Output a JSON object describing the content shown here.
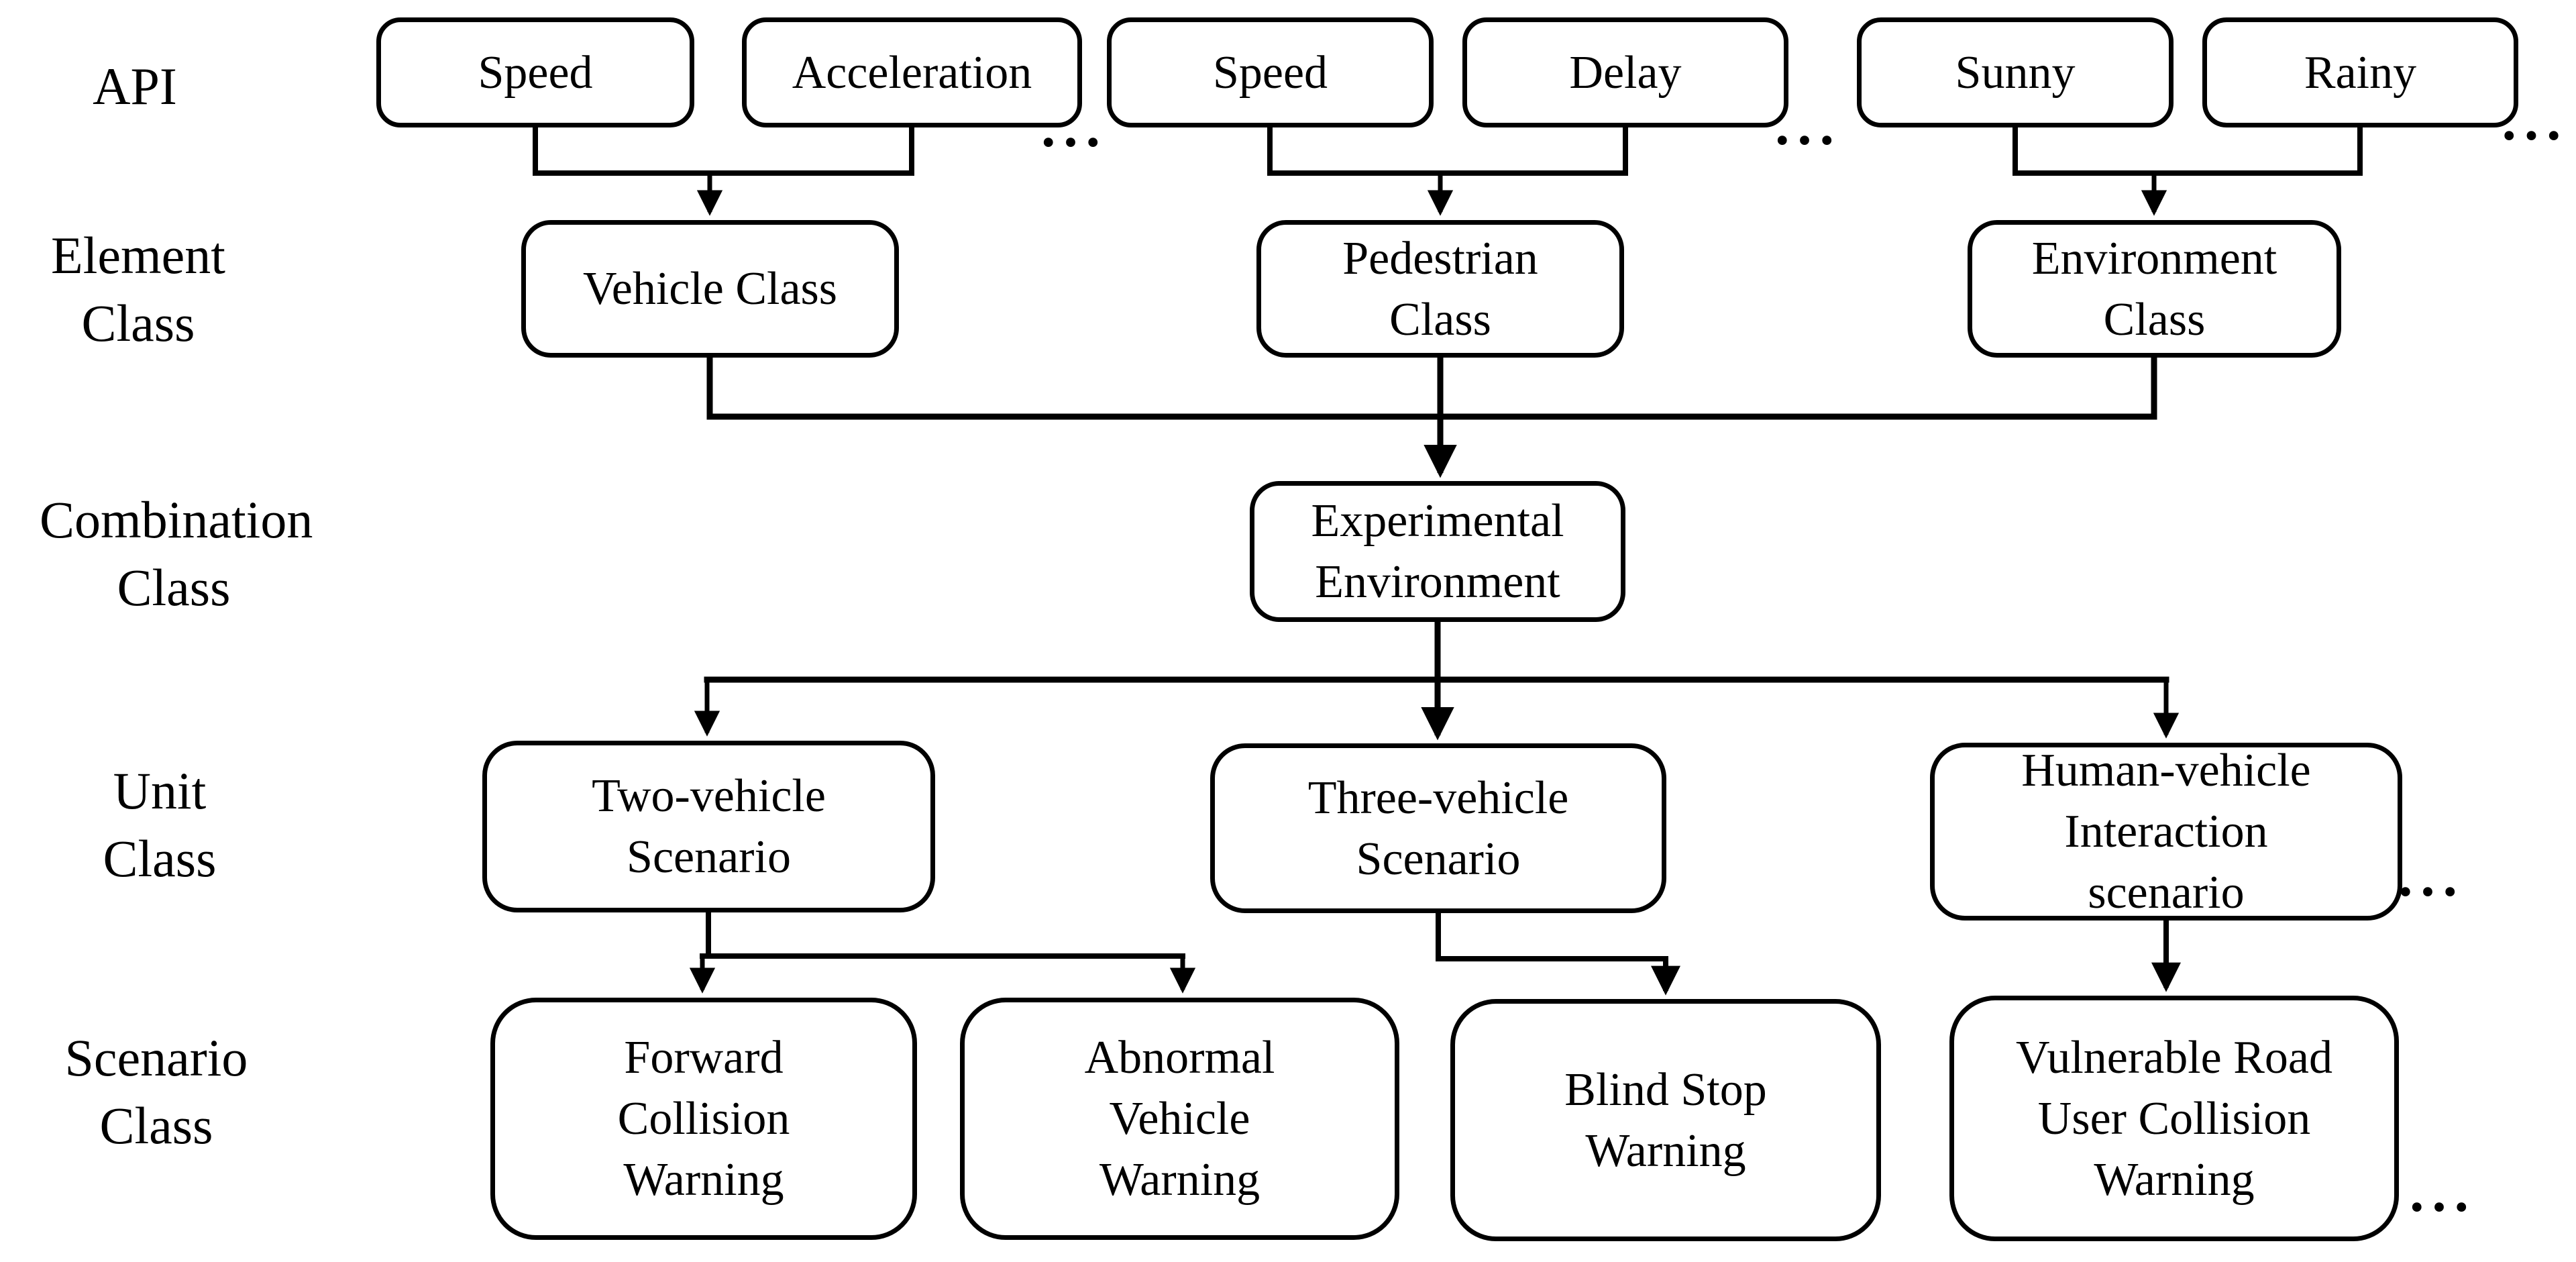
{
  "diagram": {
    "background_color": "#ffffff",
    "line_color": "#000000",
    "ellipsis": "...",
    "row_labels": {
      "api": "API",
      "element": "Element\nClass",
      "combination": "Combination\nClass",
      "unit": "Unit Class",
      "scenario": "Scenario\nClass"
    },
    "nodes": {
      "speed1": "Speed",
      "acceleration": "Acceleration",
      "speed2": "Speed",
      "delay": "Delay",
      "sunny": "Sunny",
      "rainy": "Rainy",
      "vehicle_class": "Vehicle Class",
      "pedestrian_class": "Pedestrian\nClass",
      "environment_class": "Environment\nClass",
      "experimental_environment": "Experimental\nEnvironment",
      "two_vehicle_scenario": "Two-vehicle\nScenario",
      "three_vehicle_scenario": "Three-vehicle\nScenario",
      "human_vehicle_interaction_scenario": "Human-vehicle\nInteraction\nscenario",
      "forward_collision_warning": "Forward\nCollision\nWarning",
      "abnormal_vehicle_warning": "Abnormal\nVehicle\nWarning",
      "blind_stop_warning": "Blind Stop\nWarning",
      "vulnerable_road_user_collision_warning": "Vulnerable Road\nUser Collision\nWarning"
    }
  }
}
